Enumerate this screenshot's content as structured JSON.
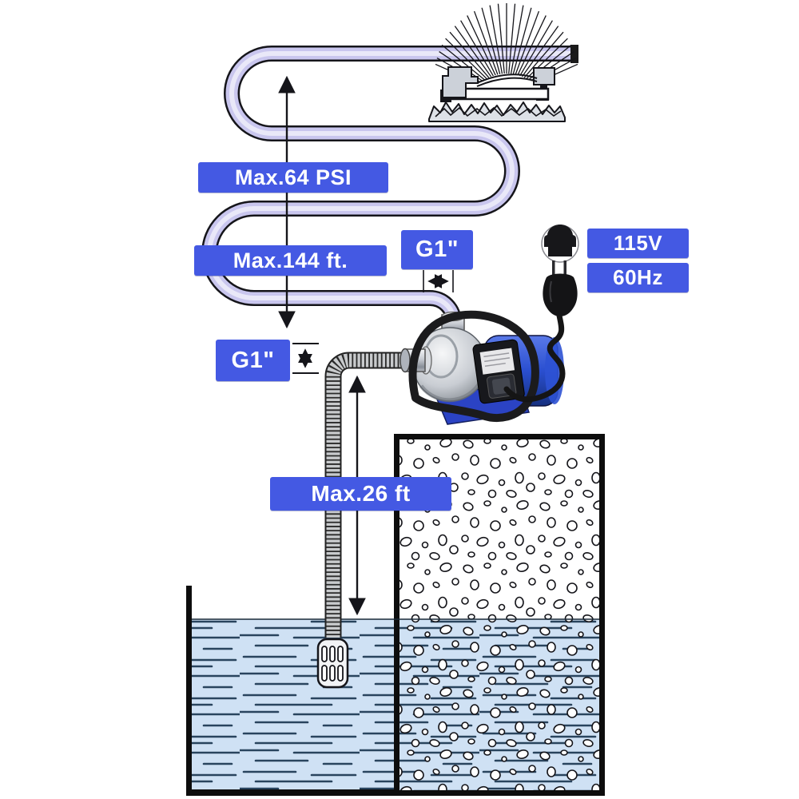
{
  "title": "Sprinkler water pump specification diagram",
  "labels": {
    "max_pressure": "Max.64 PSI",
    "max_head": "Max.144 ft.",
    "outlet_thread": "G1\"",
    "inlet_thread": "G1\"",
    "voltage": "115V",
    "frequency": "60Hz",
    "max_suction": "Max.26 ft"
  },
  "figures": {
    "sprinkler_icon": "oscillating lawn sprinkler spraying water",
    "hose_icon": "serpentine garden hose from pump outlet to sprinkler",
    "pump_icon": "stainless steel booster pump with blue motor and carry handle",
    "plug_icon": "two-prong power plug with magnified view circle",
    "suction-hose_icon": "corrugated suction hose with elbow",
    "strainer_icon": "suction strainer foot filter with slots",
    "well_icon": "gravel-filled well shaft, lower half water saturated",
    "reservoir_icon": "open water reservoir with water level"
  },
  "colors": {
    "accent-blue": "#4459e3",
    "label-text": "#ffffff",
    "hose-lavender": "#c9c6ee",
    "hose-highlight": "#e9e8f8",
    "water-blue": "#cfe1f4",
    "water-dash": "#29445e",
    "pump-motor-blue": "#2a4fd0",
    "outline-black": "#15151a"
  }
}
